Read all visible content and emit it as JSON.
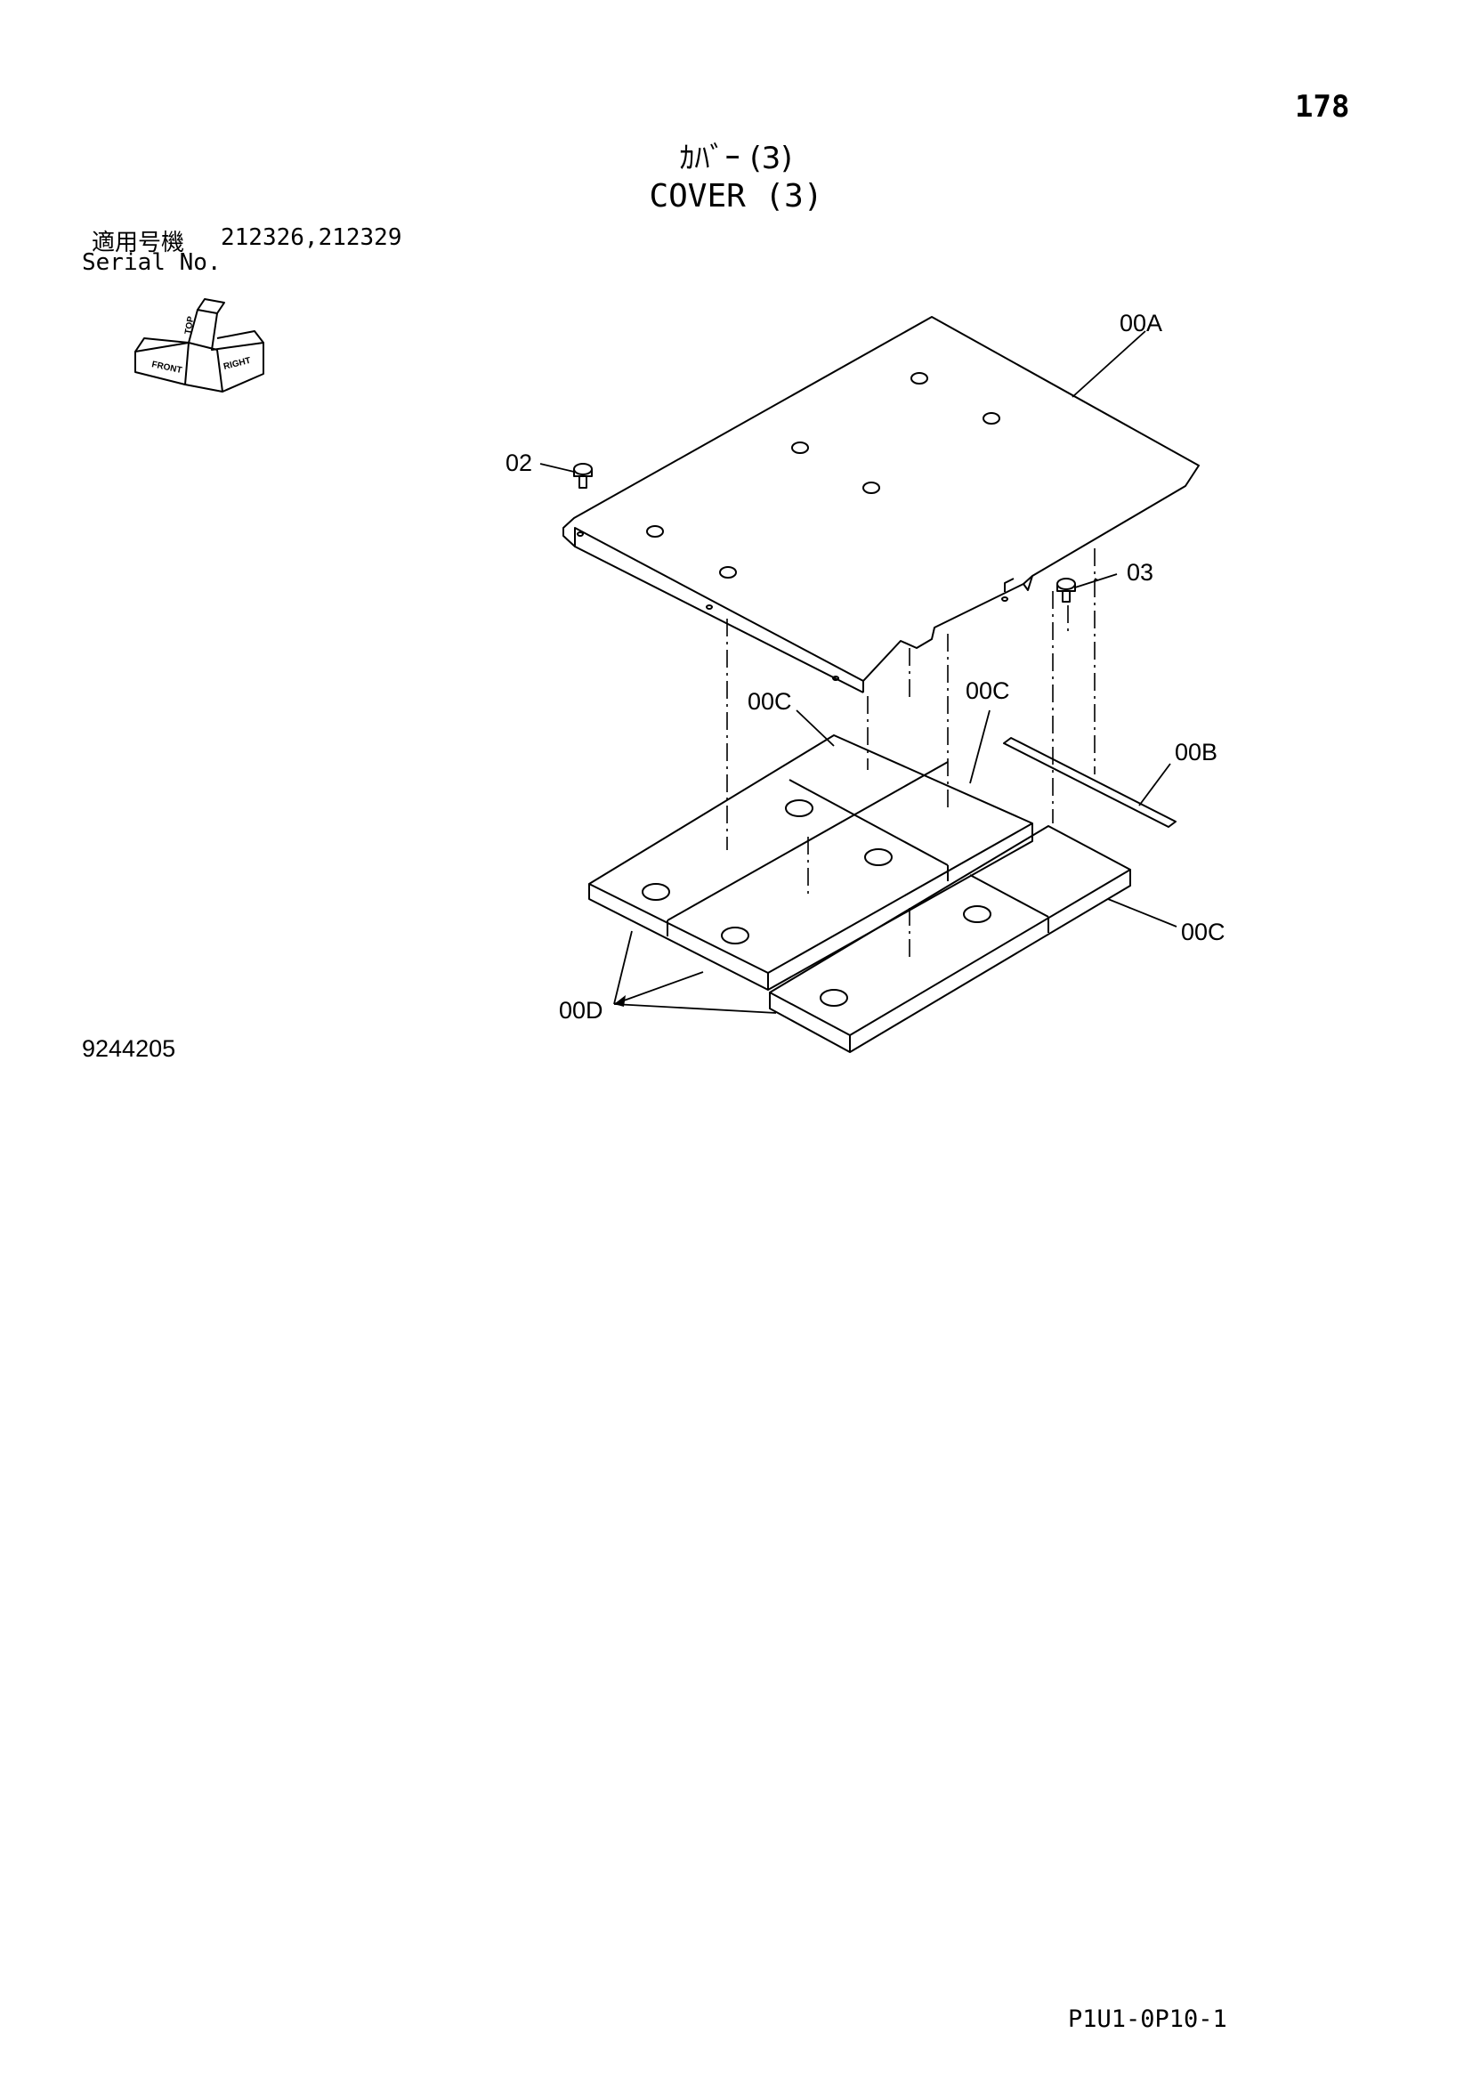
{
  "page": {
    "number": "178",
    "title_jp": "ｶﾊﾞｰ (3)",
    "title_en": "COVER (3)",
    "serial_label_jp": "適用号機",
    "serial_values": "212326,212329",
    "serial_label_en": "Serial No.",
    "figure_number": "9244205",
    "doc_code": "P1U1-0P10-1"
  },
  "orientation_icon": {
    "labels": [
      "TOP",
      "FRONT",
      "RIGHT"
    ]
  },
  "callouts": {
    "c00A": "00A",
    "c02": "02",
    "c03": "03",
    "c00C_1": "00C",
    "c00C_2": "00C",
    "c00B": "00B",
    "c00C_3": "00C",
    "c00D": "00D"
  }
}
